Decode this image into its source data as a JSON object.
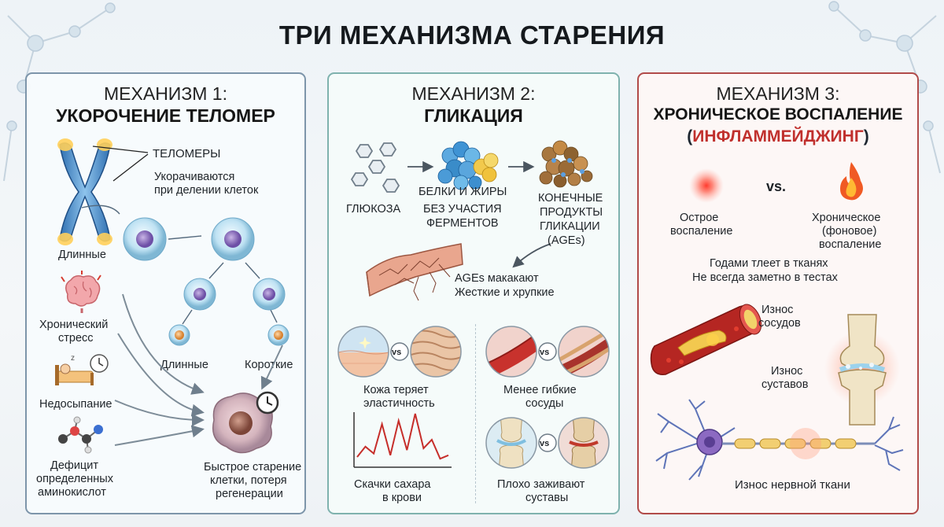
{
  "title": "ТРИ МЕХАНИЗМА СТАРЕНИЯ",
  "mechanism1": {
    "heading": "МЕХАНИЗМ 1:",
    "subtitle": "УКОРОЧЕНИЕ ТЕЛОМЕР",
    "telomeres_label": "ТЕЛОМЕРЫ",
    "telomeres_note_1": "Укорачиваются",
    "telomeres_note_2": "при делении клеток",
    "long_label": "Длинные",
    "long_label_2": "Длинные",
    "short_label": "Короткие",
    "stress_1": "Хронический",
    "stress_2": "стресс",
    "sleep": "Недосыпание",
    "deficit_1": "Дефицит",
    "deficit_2": "определенных",
    "deficit_3": "аминокислот",
    "result_1": "Быстрое старение",
    "result_2": "клетки, потеря",
    "result_3": "регенерации"
  },
  "mechanism2": {
    "heading": "МЕХАНИЗМ 2:",
    "subtitle": "ГЛИКАЦИЯ",
    "glucose": "ГЛЮКОЗА",
    "proteins_1": "БЕЛКИ И ЖИРЫ",
    "proteins_2": "БЕЗ УЧАСТИЯ",
    "proteins_3": "ФЕРМЕНТОВ",
    "ages_1": "КОНЕЧНЫЕ",
    "ages_2": "ПРОДУКТЫ",
    "ages_3": "ГЛИКАЦИИ",
    "ages_4": "(AGEs)",
    "ages_effect_1": "AGEs макакают",
    "ages_effect_2": "Жесткие и хрупкие",
    "vs": "vs",
    "skin_1": "Кожа теряет",
    "skin_2": "эластичность",
    "vessels_1": "Менее гибкие",
    "vessels_2": "сосуды",
    "sugar_1": "Скачки сахара",
    "sugar_2": "в крови",
    "joints_1": "Плохо заживают",
    "joints_2": "суставы",
    "sugar_series": [
      10,
      22,
      14,
      48,
      12,
      52,
      18,
      60,
      20,
      30,
      8,
      12
    ]
  },
  "mechanism3": {
    "heading": "МЕХАНИЗМ 3:",
    "subtitle_1": "ХРОНИЧЕСКОЕ ВОСПАЛЕНИЕ",
    "subtitle_open": "(",
    "subtitle_red": "ИНФЛАММЕЙДЖИНГ",
    "subtitle_close": ")",
    "vs": "vs.",
    "acute_1": "Острое",
    "acute_2": "воспаление",
    "chronic_1": "Хроническое",
    "chronic_2": "(фоновое)",
    "chronic_3": "воспаление",
    "note_1": "Годами тлеет в тканях",
    "note_2": "Не всегда заметно в тестах",
    "vessels_1": "Износ",
    "vessels_2": "сосудов",
    "joints_1": "Износ",
    "joints_2": "суставов",
    "nerve": "Износ нервной ткани"
  },
  "colors": {
    "accent_red": "#c0302d",
    "panel1_border": "#7d95aa",
    "panel2_border": "#7fb2ae",
    "panel3_border": "#b14b49"
  }
}
